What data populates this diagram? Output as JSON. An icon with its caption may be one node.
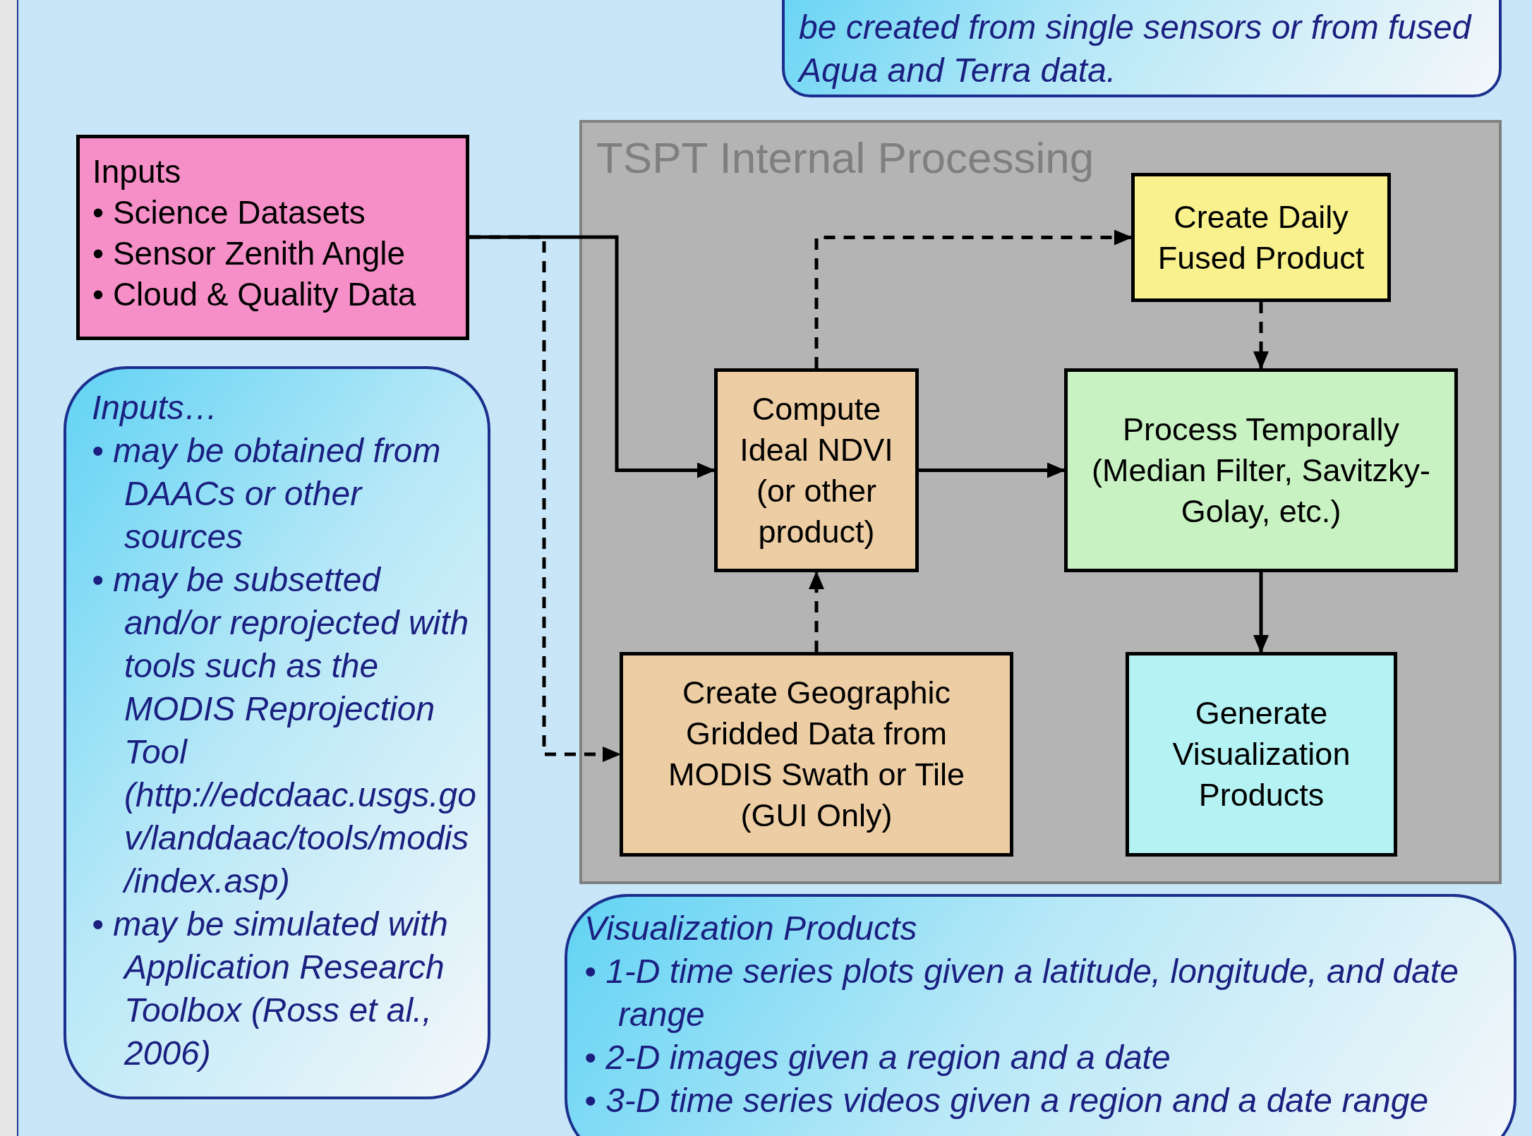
{
  "diagram": {
    "nodes": [
      {
        "text": [
          "be created from single sensors or from fused Aqua and Terra data."
        ]
      },
      {
        "text": [
          "Inputs",
          "• Science Datasets",
          "• Sensor Zenith Angle",
          "• Cloud & Quality Data"
        ]
      },
      {
        "text": [
          "TSPT Internal Processing"
        ]
      },
      {
        "text": [
          "Create Daily Fused Product"
        ],
        "in": 2
      },
      {
        "text": [
          "Compute Ideal NDVI (or other product)"
        ],
        "in": 2
      },
      {
        "text": [
          "Process Temporally (Median Filter, Savitzky-Golay, etc.)"
        ],
        "in": 2
      },
      {
        "text": [
          "Create Geographic Gridded Data from MODIS Swath or Tile (GUI Only)"
        ],
        "in": 2
      },
      {
        "text": [
          "Generate Visualization Products"
        ],
        "in": 2
      },
      {
        "text": [
          "Inputs…",
          "• may be obtained from DAACs or other sources",
          "• may be subsetted and/or reprojected with tools such as the MODIS Reprojection Tool (http://edcdaac.usgs.gov/landdaac/tools/modis/index.asp)",
          "• may be simulated with Application Research Toolbox (Ross et al., 2006)"
        ]
      },
      {
        "text": [
          "Visualization Products",
          "• 1-D time series plots given a latitude, longitude, and date range",
          "• 2-D images given a region and a date",
          "• 3-D time series videos given a region and a date range"
        ]
      }
    ],
    "edges": [
      {
        "from": 1,
        "to": 4,
        "arrow": "to"
      },
      {
        "from": 1,
        "to": 6,
        "arrow": "to",
        "style": "dashed"
      },
      {
        "from": 4,
        "to": 3,
        "arrow": "to",
        "style": "dashed"
      },
      {
        "from": 3,
        "to": 5,
        "arrow": "to",
        "style": "dashed"
      },
      {
        "from": 4,
        "to": 5,
        "arrow": "to"
      },
      {
        "from": 6,
        "to": 4,
        "arrow": "to",
        "style": "dashed"
      },
      {
        "from": 5,
        "to": 7,
        "arrow": "to"
      }
    ]
  }
}
